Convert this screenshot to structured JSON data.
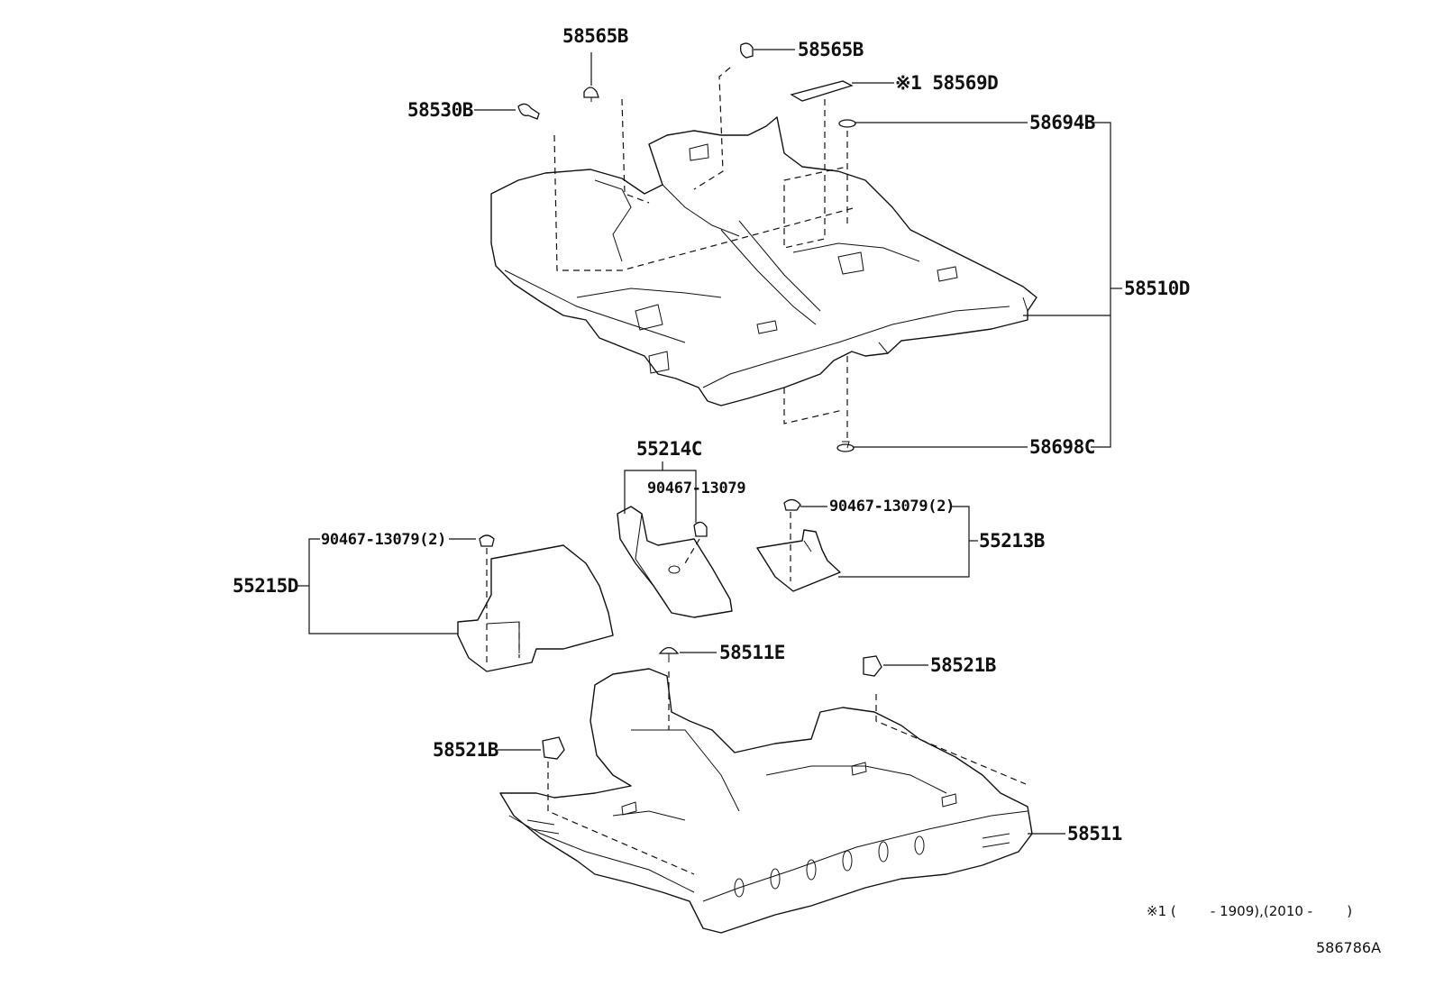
{
  "labels": {
    "p58565B_top": "58565B",
    "p58565B_right": "58565B",
    "p58569D": "※1 58569D",
    "p58530B": "58530B",
    "p58694B": "58694B",
    "p58510D": "58510D",
    "p58698C": "58698C",
    "p55214C": "55214C",
    "p90467_mid": "90467-13079",
    "p90467_right": "90467-13079(2)",
    "p55213B": "55213B",
    "p90467_left": "90467-13079(2)",
    "p55215D": "55215D",
    "p58511E": "58511E",
    "p58521B_right": "58521B",
    "p58521B_left": "58521B",
    "p58511": "58511"
  },
  "footnote": {
    "marker": "※1",
    "text": "(        - 1909),(2010 -        )"
  },
  "diagram_id": "586786A"
}
